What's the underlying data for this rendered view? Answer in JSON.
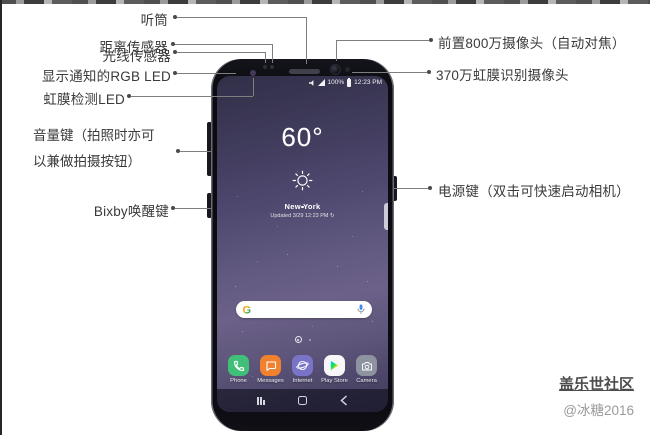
{
  "callouts": {
    "left": {
      "earpiece": "听筒",
      "proximity": "距离传感器",
      "light": "光线传感器",
      "rgb_led": "显示通知的RGB LED",
      "iris_led": "虹膜检测LED",
      "volume_line1": "音量键（拍照时亦可",
      "volume_line2": "以兼做拍摄按钮）",
      "bixby": "Bixby唤醒键"
    },
    "right": {
      "front_camera": "前置800万摄像头（自动对焦）",
      "iris_camera": "370万虹膜识别摄像头",
      "power": "电源键（双击可快速启动相机）"
    }
  },
  "phone": {
    "status_bar": {
      "battery_percent": "100%",
      "time": "12:23 PM"
    },
    "weather": {
      "temperature": "60°",
      "city": "New York",
      "updated": "Updated 3/29 12:23 PM",
      "refresh_icon": "↻"
    },
    "search": {
      "logo_letter": "G"
    },
    "apps": [
      {
        "label": "Phone",
        "color": "#3fbf77"
      },
      {
        "label": "Messages",
        "color": "#f0812f"
      },
      {
        "label": "Internet",
        "color": "#7a74c9"
      },
      {
        "label": "Play Store",
        "color": "#f7f7f7"
      },
      {
        "label": "Camera",
        "color": "#8e93a0"
      }
    ]
  },
  "watermark": {
    "community": "盖乐世社区",
    "author": "@冰糖2016"
  },
  "colors": {
    "callout_line": "#7e7e7e",
    "label_text": "#3a3a3a",
    "wallpaper_top": "#312f48",
    "wallpaper_mid": "#6c6189",
    "phone_body": "#0b0b11"
  }
}
